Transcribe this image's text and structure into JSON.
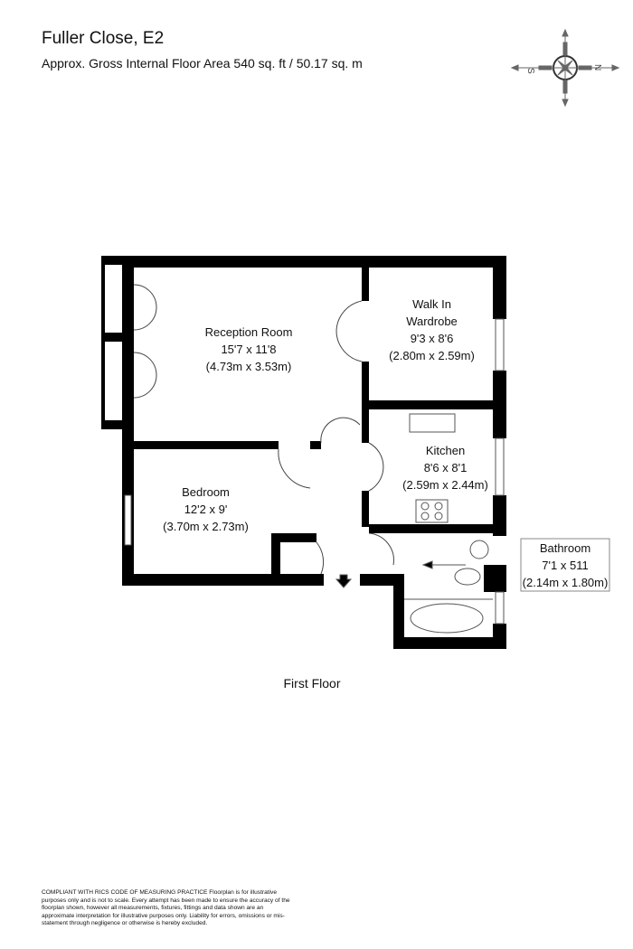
{
  "header": {
    "title": "Fuller Close, E2",
    "subtitle": "Approx. Gross Internal Floor Area 540 sq. ft / 50.17 sq. m"
  },
  "compass": {
    "south": "S",
    "north": "N",
    "icon": "compass-icon"
  },
  "rooms": [
    {
      "name": "Reception Room",
      "imperial": "15'7 x 11'8",
      "metric": "(4.73m x 3.53m)"
    },
    {
      "name": "Walk In",
      "name2": "Wardrobe",
      "imperial": "9'3 x 8'6",
      "metric": "(2.80m x 2.59m)"
    },
    {
      "name": "Kitchen",
      "imperial": "8'6 x 8'1",
      "metric": "(2.59m x 2.44m)"
    },
    {
      "name": "Bedroom",
      "imperial": "12'2 x 9'",
      "metric": "(3.70m x 2.73m)"
    },
    {
      "name": "Bathroom",
      "imperial": "7'1 x 511",
      "metric": "(2.14m x 1.80m)"
    }
  ],
  "floor_label": "First Floor",
  "disclaimer": {
    "heading": "COMPLIANT WITH RICS CODE OF MEASURING PRACTICE",
    "body": "Floorplan is for illustrative purposes only and is not to scale. Every attempt has been made to ensure the accuracy of the floorplan shown, however all measurements, fixtures, fittings and data shown are an approximate interpretation for illustrative purposes only. Liability for errors, omissions or mis-statement through negligence or otherwise is hereby excluded."
  }
}
